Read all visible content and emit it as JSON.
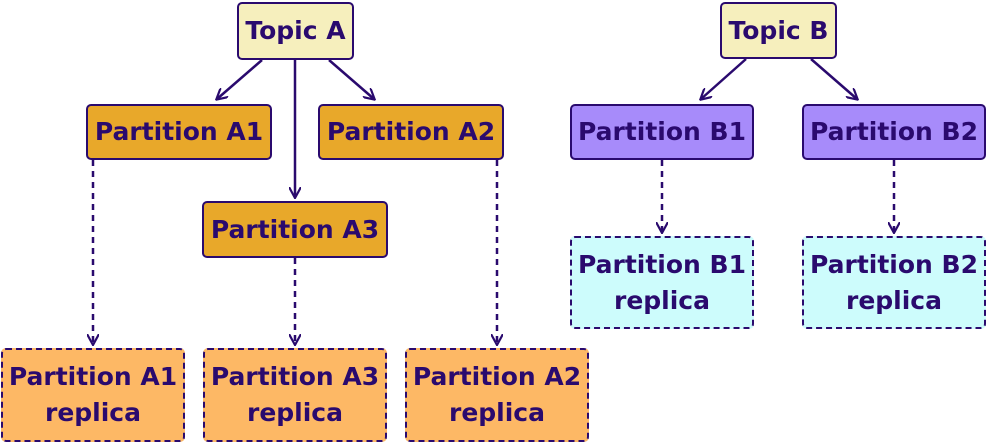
{
  "colors": {
    "topic": "#f6efbd",
    "partition_a": "#e8a82a",
    "replica_a": "#fdb865",
    "partition_b": "#a78bfa",
    "replica_b": "#cdfcfc",
    "ink": "#2a0a6e"
  },
  "nodes": {
    "topic_a": {
      "label": "Topic A"
    },
    "topic_b": {
      "label": "Topic B"
    },
    "partition_a1": {
      "label": "Partition A1"
    },
    "partition_a2": {
      "label": "Partition A2"
    },
    "partition_a3": {
      "label": "Partition A3"
    },
    "partition_b1": {
      "label": "Partition B1"
    },
    "partition_b2": {
      "label": "Partition B2"
    },
    "replica_a1": {
      "line1": "Partition A1",
      "line2": "replica"
    },
    "replica_a3": {
      "line1": "Partition A3",
      "line2": "replica"
    },
    "replica_a2": {
      "line1": "Partition A2",
      "line2": "replica"
    },
    "replica_b1": {
      "line1": "Partition B1",
      "line2": "replica"
    },
    "replica_b2": {
      "line1": "Partition B2",
      "line2": "replica"
    }
  },
  "edges": [
    {
      "from": "topic_a",
      "to": "partition_a1",
      "style": "solid"
    },
    {
      "from": "topic_a",
      "to": "partition_a3",
      "style": "solid"
    },
    {
      "from": "topic_a",
      "to": "partition_a2",
      "style": "solid"
    },
    {
      "from": "topic_b",
      "to": "partition_b1",
      "style": "solid"
    },
    {
      "from": "topic_b",
      "to": "partition_b2",
      "style": "solid"
    },
    {
      "from": "partition_a1",
      "to": "replica_a1",
      "style": "dashed"
    },
    {
      "from": "partition_a3",
      "to": "replica_a3",
      "style": "dashed"
    },
    {
      "from": "partition_a2",
      "to": "replica_a2",
      "style": "dashed"
    },
    {
      "from": "partition_b1",
      "to": "replica_b1",
      "style": "dashed"
    },
    {
      "from": "partition_b2",
      "to": "replica_b2",
      "style": "dashed"
    }
  ]
}
